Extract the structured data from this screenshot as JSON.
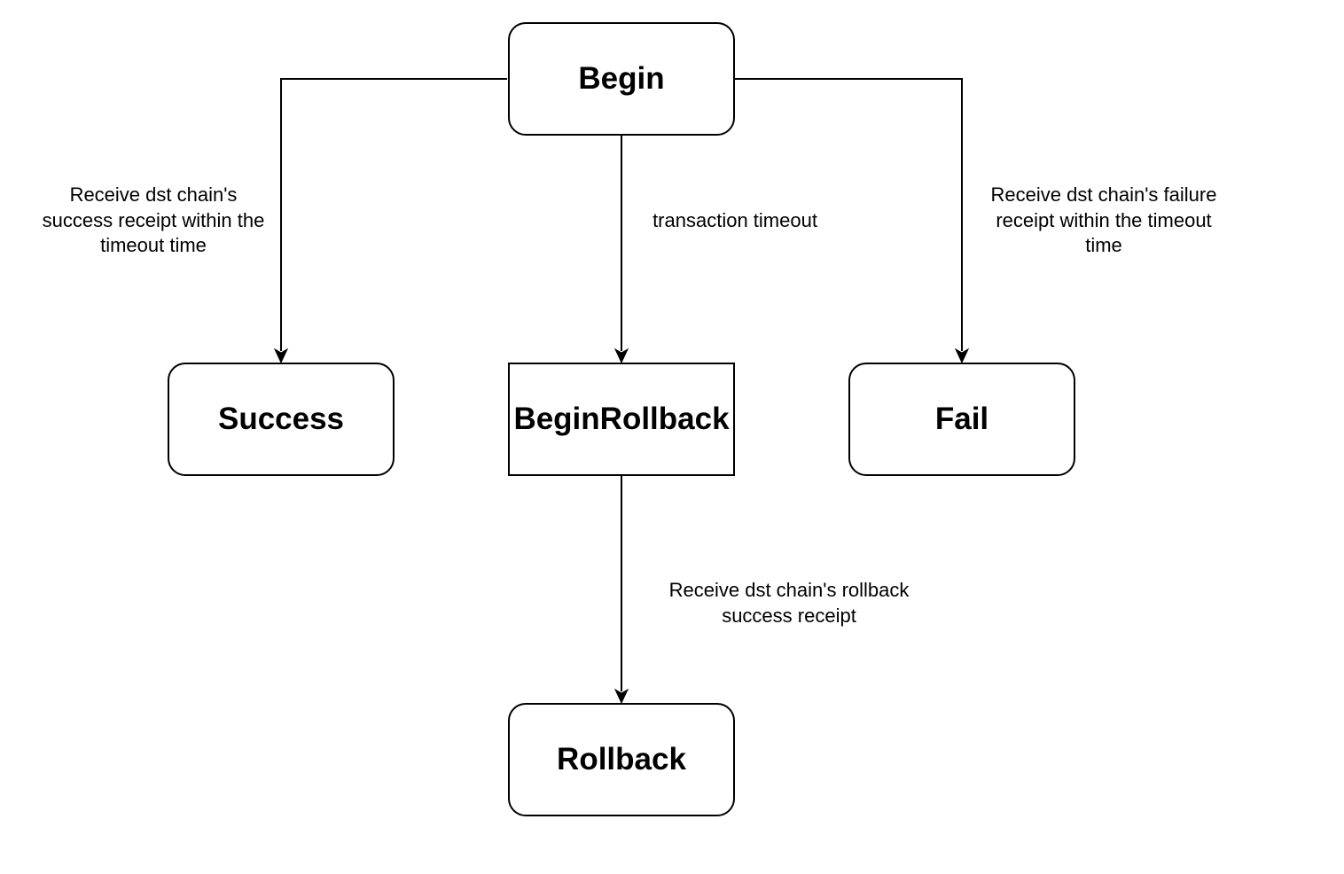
{
  "nodes": {
    "begin": "Begin",
    "success": "Success",
    "begin_rollback": "BeginRollback",
    "fail": "Fail",
    "rollback": "Rollback"
  },
  "edges": {
    "begin_to_success": {
      "line1": "Receive dst chain's",
      "line2": "success receipt within the",
      "line3": "timeout time"
    },
    "begin_to_begin_rollback": {
      "line1": "transaction timeout"
    },
    "begin_to_fail": {
      "line1": "Receive dst chain's failure",
      "line2": "receipt within the timeout",
      "line3": "time"
    },
    "begin_rollback_to_rollback": {
      "line1": "Receive dst chain's rollback",
      "line2": "success receipt"
    }
  },
  "colors": {
    "stroke": "#000000",
    "background": "#ffffff"
  }
}
